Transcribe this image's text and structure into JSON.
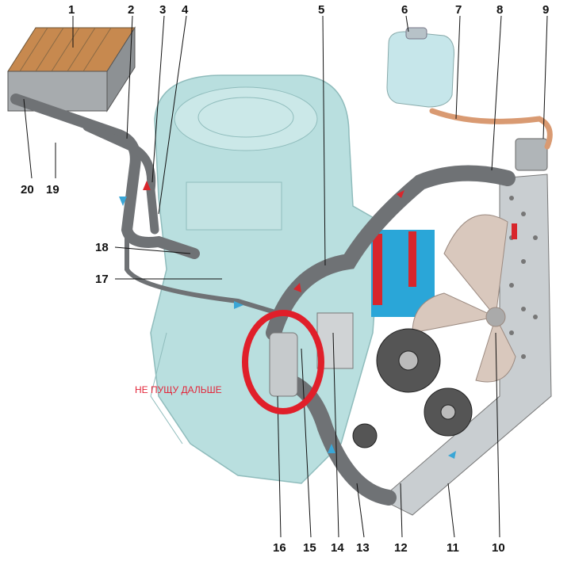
{
  "diagram": {
    "labels": [
      "1",
      "2",
      "3",
      "4",
      "5",
      "6",
      "7",
      "8",
      "9",
      "10",
      "11",
      "12",
      "13",
      "14",
      "15",
      "16",
      "17",
      "18",
      "19",
      "20"
    ],
    "annotation": "НЕ ПУЩУ ДАЛЬШЕ",
    "colors": {
      "engine": "#b9dfdf",
      "hose": "#6f7275",
      "radiator": "#c9ced1",
      "highlight": "#e01f2a",
      "flow_hot": "#d9262c",
      "flow_cold": "#3aa6d6"
    }
  }
}
